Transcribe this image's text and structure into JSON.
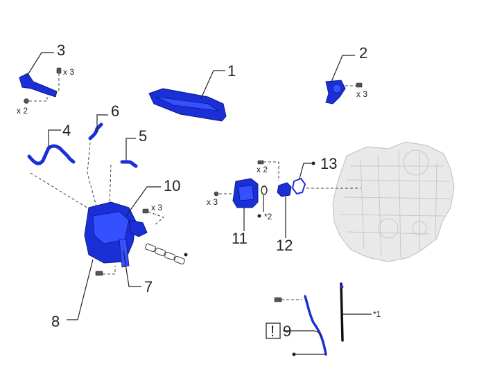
{
  "callouts": {
    "c1": "1",
    "c2": "2",
    "c3": "3",
    "c4": "4",
    "c5": "5",
    "c6": "6",
    "c7": "7",
    "c8": "8",
    "c9": "9",
    "c10": "10",
    "c11": "11",
    "c12": "12",
    "c13": "13"
  },
  "quantities": {
    "q3_bolt": "x 3",
    "q3_nut": "x 2",
    "q2_bolt": "x 3",
    "q10_bolt": "x 3",
    "q12_bolt": "x 2",
    "q11_bolt": "x 3"
  },
  "notes": {
    "star1": "*1",
    "star2": "*2",
    "caution": "!"
  },
  "colors": {
    "part": "#1a2fd6",
    "engine": "#e9e9e9"
  }
}
